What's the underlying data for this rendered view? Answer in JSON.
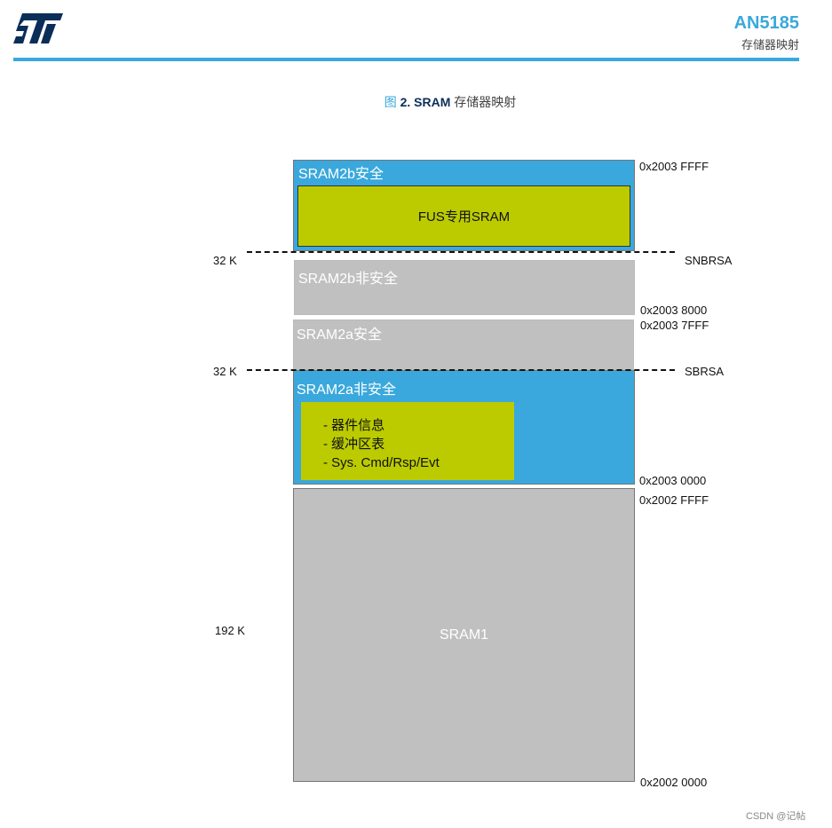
{
  "header": {
    "logo": "ST",
    "doc_id": "AN5185",
    "section": "存储器映射"
  },
  "caption": {
    "prefix": "图",
    "number": "2.",
    "bold": "SRAM",
    "rest": "存储器映射"
  },
  "diagram": {
    "sram2b_secure": "SRAM2b安全",
    "fus": "FUS专用SRAM",
    "sram2b_nonsecure": "SRAM2b非安全",
    "sram2a_secure": "SRAM2a安全",
    "sram2a_nonsecure": "SRAM2a非安全",
    "sram2a_items": [
      "- 器件信息",
      "- 缓冲区表",
      "- Sys. Cmd/Rsp/Evt"
    ],
    "sram1": "SRAM1",
    "sizes": [
      "32 K",
      "32 K",
      "192 K"
    ],
    "markers": [
      "SNBRSA",
      "SBRSA"
    ],
    "addresses": [
      "0x2003 FFFF",
      "0x2003 8000",
      "0x2003 7FFF",
      "0x2003 0000",
      "0x2002 FFFF",
      "0x2002 0000"
    ]
  },
  "watermark": "CSDN @记帖"
}
